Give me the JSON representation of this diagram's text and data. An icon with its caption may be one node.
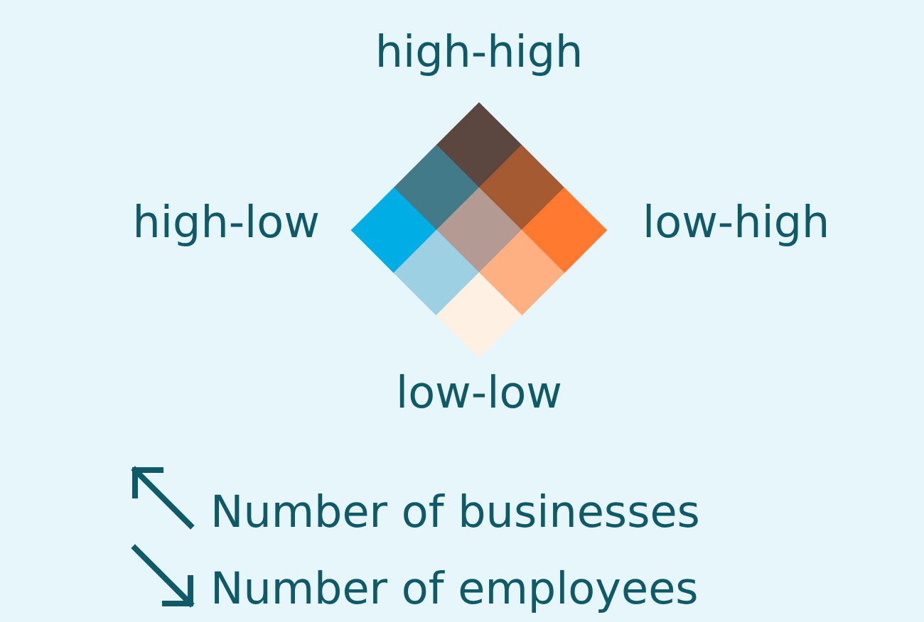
{
  "diagram": {
    "labels": [
      "high-high",
      "high-low",
      "low-high",
      "low-low",
      "Number of businesses",
      "Number of employees"
    ]
  }
}
